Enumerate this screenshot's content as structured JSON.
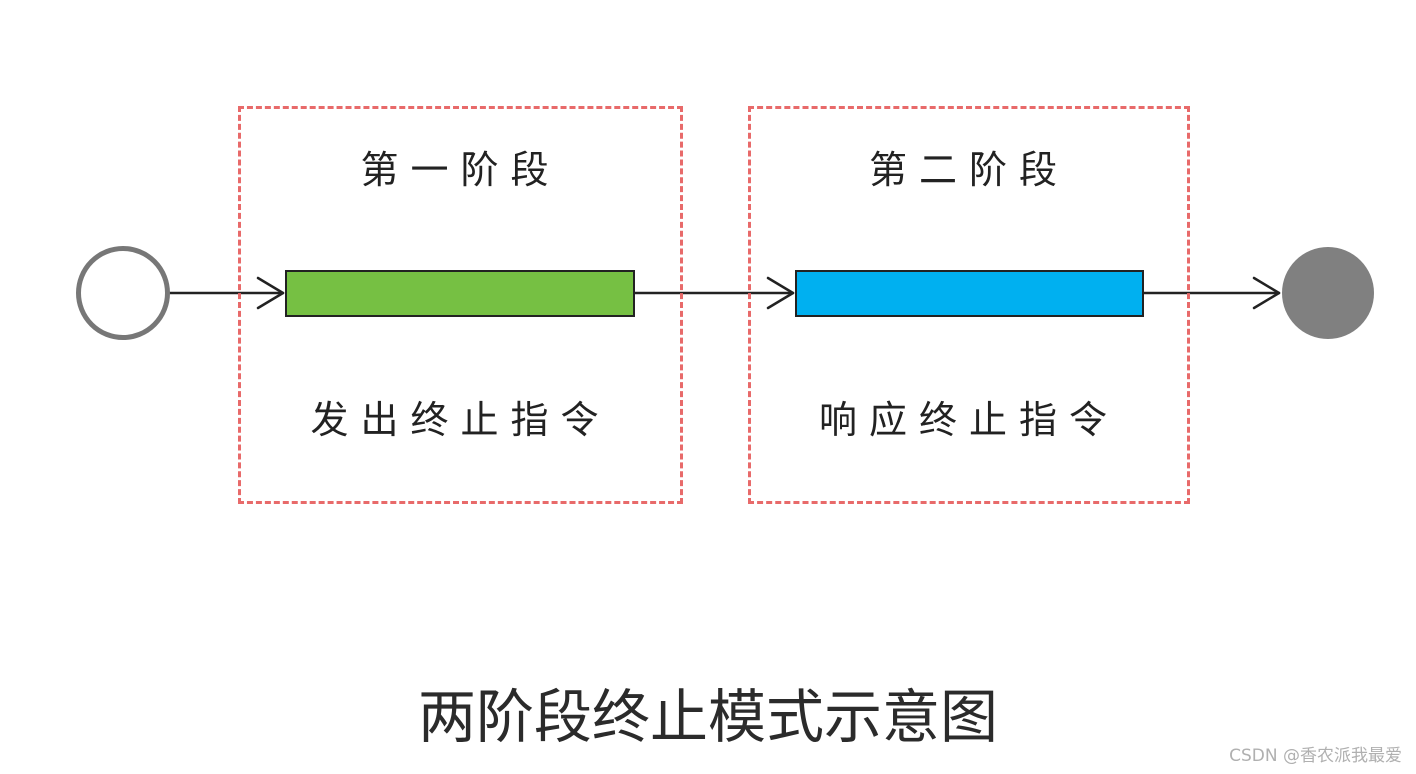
{
  "diagram": {
    "phases": [
      {
        "title": "第一阶段",
        "caption": "发出终止指令",
        "bar_color": "#76c043"
      },
      {
        "title": "第二阶段",
        "caption": "响应终止指令",
        "bar_color": "#00b0f0"
      }
    ],
    "box_border_color": "#e86a6a",
    "start_node_color": "#777777",
    "end_node_color": "#808080",
    "caption": "两阶段终止模式示意图"
  },
  "watermark": "CSDN @香农派我最爱"
}
